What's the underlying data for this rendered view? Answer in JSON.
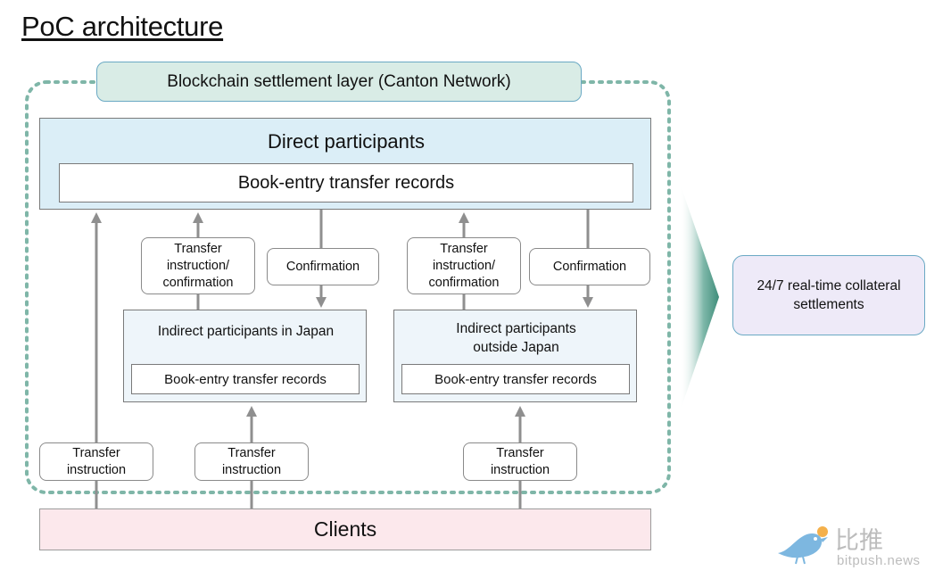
{
  "title": "PoC architecture",
  "layer": {
    "label": "Blockchain settlement layer (Canton Network)"
  },
  "direct": {
    "title": "Direct participants",
    "records": "Book-entry transfer records"
  },
  "exchange_left": {
    "transfer": "Transfer instruction/ confirmation",
    "confirmation": "Confirmation"
  },
  "exchange_right": {
    "transfer": "Transfer instruction/ confirmation",
    "confirmation": "Confirmation"
  },
  "indirect_japan": {
    "title": "Indirect participants in Japan",
    "records": "Book-entry transfer records"
  },
  "indirect_outside": {
    "title": "Indirect participants outside Japan",
    "records": "Book-entry transfer records"
  },
  "client_instructions": [
    "Transfer instruction",
    "Transfer instruction",
    "Transfer instruction"
  ],
  "clients": {
    "label": "Clients"
  },
  "result": {
    "label": "24/7 real-time collateral settlements"
  },
  "watermark": {
    "brand_cn": "比推",
    "domain": "bitpush.news"
  },
  "colors": {
    "dotted_border": "#7fb6a8",
    "layer_fill": "#d9ece6",
    "direct_fill": "#dbeef7",
    "indirect_fill": "#eef5fa",
    "clients_fill": "#fce8ec",
    "result_fill": "#eeeaf8",
    "arrow_gray": "#8f8f8f",
    "big_arrow": "#3f8d7a"
  }
}
